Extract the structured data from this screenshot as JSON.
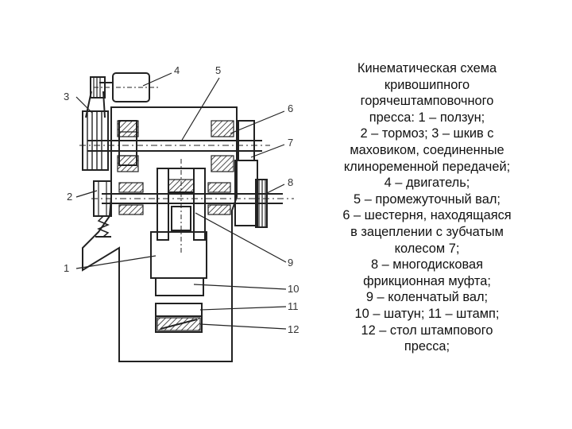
{
  "diagram": {
    "labels": {
      "l1": "1",
      "l2": "2",
      "l3": "3",
      "l4": "4",
      "l5": "5",
      "l6": "6",
      "l7": "7",
      "l8": "8",
      "l9": "9",
      "l10": "10",
      "l11": "11",
      "l12": "12"
    }
  },
  "caption": {
    "lines": [
      "Кинематическая схема",
      "кривошипного",
      "горячештамповочного",
      "пресса: 1 – ползун;",
      "2 – тормоз; 3 – шкив с",
      "маховиком, соединенные",
      "клиноременной передачей;",
      "4 – двигатель;",
      "5 – промежуточный вал;",
      "6 – шестерня, находящаяся",
      "в зацеплении с зубчатым",
      "колесом 7;",
      "8 – многодисковая",
      "фрикционная муфта;",
      "9 – коленчатый вал;",
      "10 – шатун; 11 – штамп;",
      "12 – стол штампового",
      "пресса;"
    ]
  }
}
